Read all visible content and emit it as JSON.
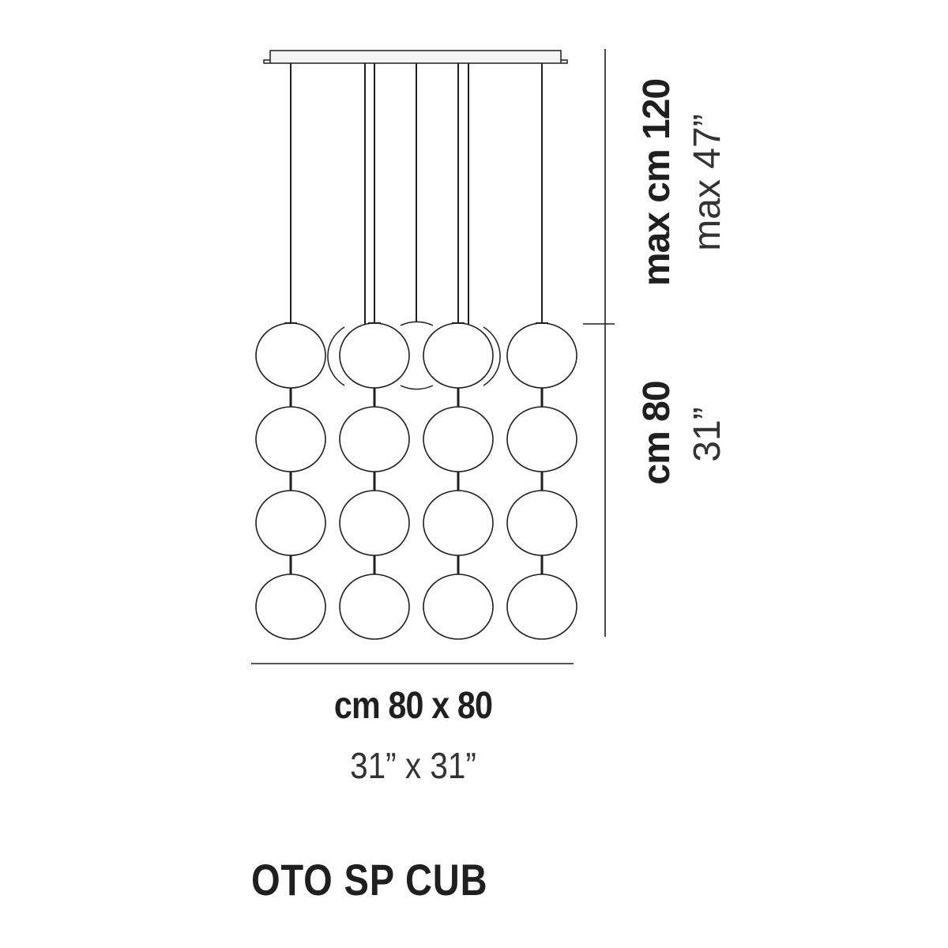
{
  "dimensions": {
    "width_cm": "cm 80 x 80",
    "width_in": "31” x 31”",
    "max_height_cm": "max cm 120",
    "max_height_in": "max 47”",
    "height_cm": "cm 80",
    "height_in": "31”"
  },
  "product": {
    "model": "OTO SP CUB"
  },
  "colors": {
    "line": "#1f1f1f",
    "canopy_fill": "#f4f4f4"
  }
}
